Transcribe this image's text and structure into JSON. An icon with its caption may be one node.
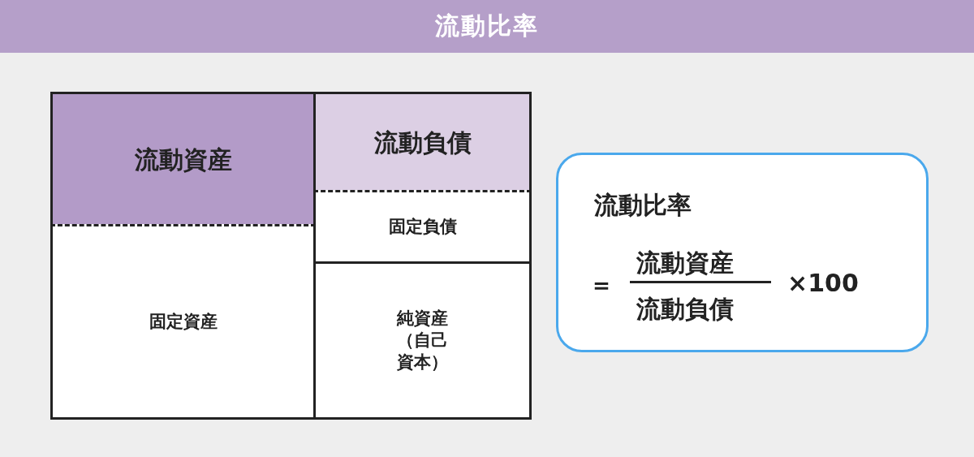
{
  "diagram": {
    "title": "流動比率",
    "nodes": [
      {
        "text": [
          "流動資産"
        ]
      },
      {
        "text": [
          "固定資産"
        ]
      },
      {
        "text": [
          "流動負債"
        ]
      },
      {
        "text": [
          "固定負債"
        ]
      },
      {
        "text": [
          "純資産（自己資本）"
        ]
      },
      {
        "text": [
          "流動比率",
          "＝",
          "流動資産",
          "流動負債",
          "×100"
        ]
      }
    ],
    "edges": []
  }
}
